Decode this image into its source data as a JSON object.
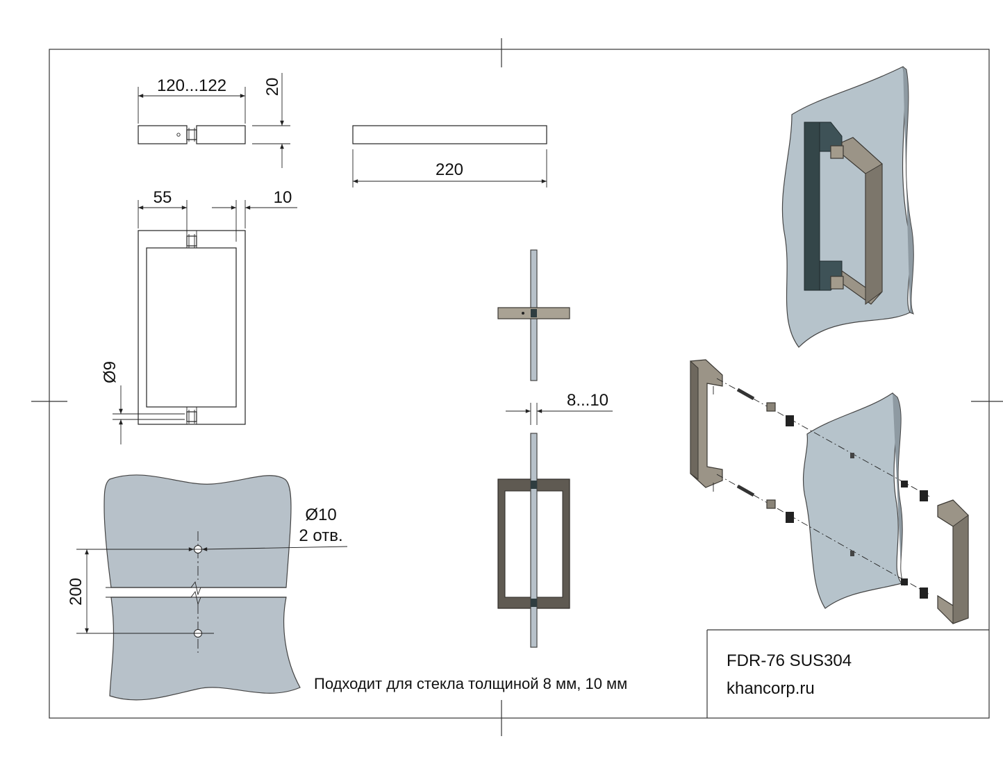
{
  "dimensions": {
    "length_range": "120...122",
    "height_20": "20",
    "length_220": "220",
    "offset_55": "55",
    "offset_10": "10",
    "hole_dia_9": "Ø9",
    "glass_thickness": "8...10",
    "glass_hole_dia": "Ø10",
    "hole_count": "2 отв.",
    "hole_spacing": "200"
  },
  "note": "Подходит для стекла толщиной 8 мм, 10 мм",
  "title_block": {
    "model": "FDR-76 SUS304",
    "website": "khancorp.ru"
  },
  "colors": {
    "glass": "#b7c1c9",
    "steel": "#8e877d",
    "dark_steel": "#5f5a52",
    "teal_finish": "#3e5257"
  }
}
